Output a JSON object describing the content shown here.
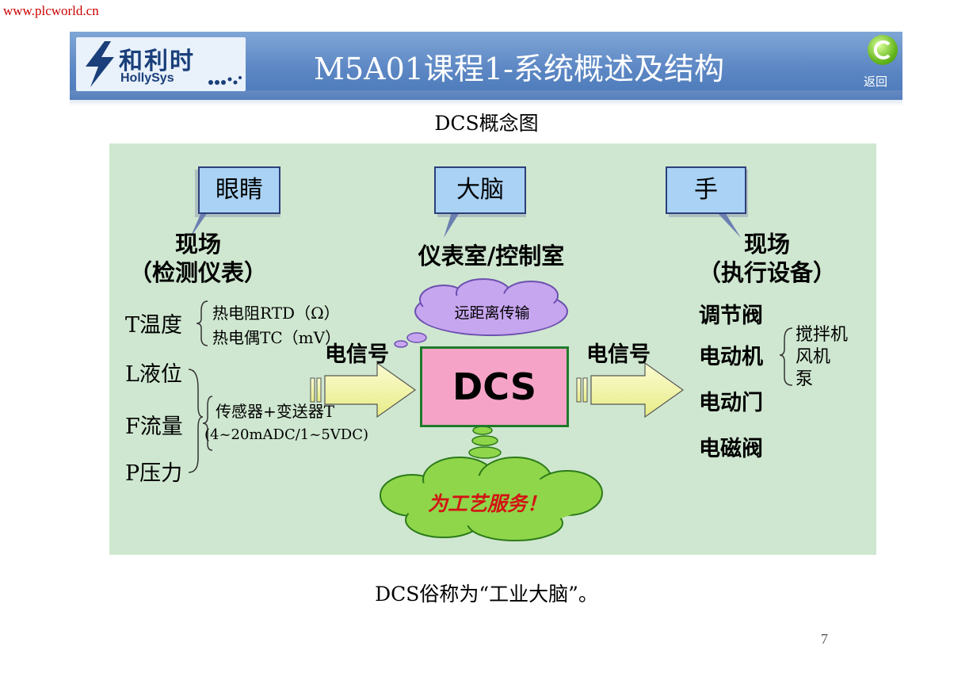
{
  "watermark": "www.plcworld.cn",
  "header": {
    "logo_cn": "和利时",
    "logo_en": "HollySys",
    "title": "M5A01课程1-系统概述及结构",
    "back_label": "返回",
    "accent": "#5c87c4"
  },
  "subtitle": "DCS概念图",
  "diagram": {
    "bubbles": {
      "eye": "眼睛",
      "brain": "大脑",
      "hand": "手"
    },
    "field_left": {
      "line1": "现场",
      "line2": "（检测仪表）"
    },
    "control_room": "仪表室/控制室",
    "field_right": {
      "line1": "现场",
      "line2": "（执行设备）"
    },
    "remote_cloud": "远距离传输",
    "left_items": [
      "T温度",
      "L液位",
      "F流量",
      "P压力"
    ],
    "temp_sensors": [
      "热电阻RTD（Ω）",
      "热电偶TC（mV）"
    ],
    "transmitter": [
      "传感器+变送器T",
      "(4~20mADC/1~5VDC)"
    ],
    "signal_left": "电信号",
    "signal_right": "电信号",
    "core": "DCS",
    "right_items": [
      "调节阀",
      "电动机",
      "电动门",
      "电磁阀"
    ],
    "motor_loads": [
      "搅拌机",
      "风机",
      "泵"
    ],
    "service_cloud": "为工艺服务！",
    "colors": {
      "panel": "#cfe7d0",
      "dcs_box": "#f5a4c8",
      "bubble": "#a9d2f4",
      "cloud_purple": "#c7a6f0",
      "cloud_green": "#8fd64a",
      "arrow": "#f3f6a6"
    }
  },
  "caption": "DCS俗称为“工业大脑”。",
  "page_number": "7"
}
